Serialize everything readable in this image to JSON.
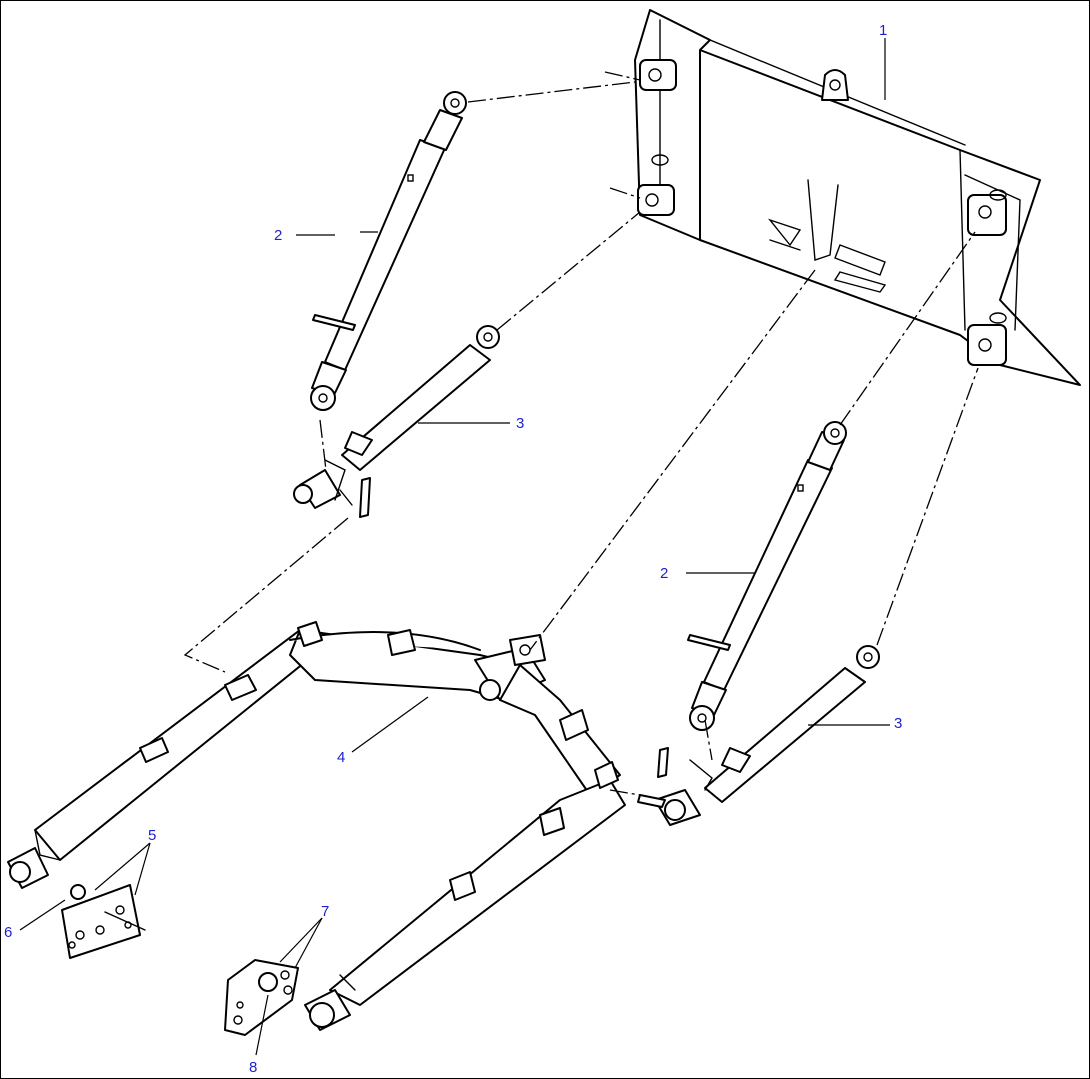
{
  "callouts": [
    {
      "id": "c1",
      "label": "1"
    },
    {
      "id": "c2a",
      "label": "2"
    },
    {
      "id": "c2b",
      "label": "2"
    },
    {
      "id": "c3a",
      "label": "3"
    },
    {
      "id": "c3b",
      "label": "3"
    },
    {
      "id": "c4",
      "label": "4"
    },
    {
      "id": "c5",
      "label": "5"
    },
    {
      "id": "c6",
      "label": "6"
    },
    {
      "id": "c7",
      "label": "7"
    },
    {
      "id": "c8",
      "label": "8"
    }
  ],
  "colors": {
    "callout": "#1f22cc",
    "line": "#000000",
    "background": "#ffffff"
  }
}
